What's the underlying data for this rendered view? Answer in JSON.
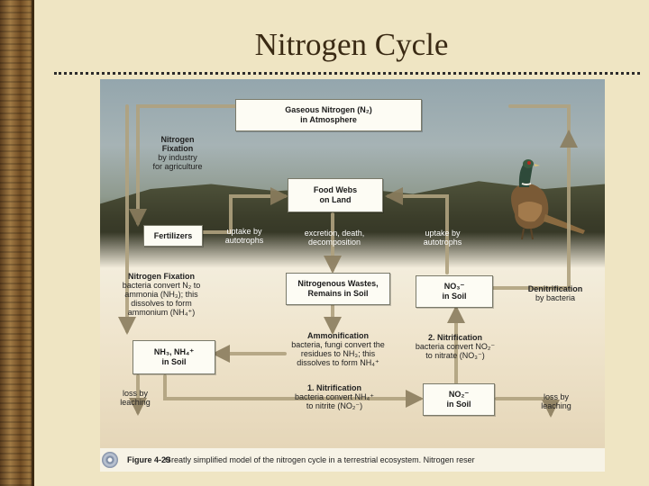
{
  "title": "Nitrogen Cycle",
  "boxes": {
    "atmosphere": [
      "Gaseous Nitrogen (N₂)",
      "in Atmosphere"
    ],
    "food_webs": [
      "Food Webs",
      "on Land"
    ],
    "fertilizers": "Fertilizers",
    "wastes": [
      "Nitrogenous Wastes,",
      "Remains in Soil"
    ],
    "no3": [
      "NO₃⁻",
      "in Soil"
    ],
    "nh3": [
      "NH₃, NH₄⁺",
      "in Soil"
    ],
    "no2": [
      "NO₂⁻",
      "in Soil"
    ]
  },
  "labels": {
    "industrial_fixation": [
      "Nitrogen",
      "Fixation",
      "by industry",
      "for agriculture"
    ],
    "uptake_left": [
      "uptake by",
      "autotrophs"
    ],
    "excretion": [
      "excretion, death,",
      "decomposition"
    ],
    "uptake_right": [
      "uptake by",
      "autotrophs"
    ],
    "bio_fixation_head": "Nitrogen Fixation",
    "bio_fixation": [
      "bacteria convert N₂ to",
      "ammonia (NH₃); this",
      "dissolves to form",
      "ammonium (NH₄⁺)"
    ],
    "denitrification_head": "Denitrification",
    "denitrification": "by bacteria",
    "ammonification_head": "Ammonification",
    "ammonification": [
      "bacteria, fungi convert the",
      "residues to NH₃; this",
      "dissolves to form NH₄⁺"
    ],
    "nitrification2_head": "2. Nitrification",
    "nitrification2": [
      "bacteria convert NO₂⁻",
      "to nitrate (NO₃⁻)"
    ],
    "nitrification1_head": "1. Nitrification",
    "nitrification1": [
      "bacteria convert NH₄⁺",
      "to nitrite (NO₂⁻)"
    ],
    "leach_left": [
      "loss by",
      "leaching"
    ],
    "leach_right": [
      "loss by",
      "leaching"
    ]
  },
  "caption": {
    "figure": "Figure 4-29",
    "text": "Greatly simplified model of the nitrogen cycle in a terrestrial ecosystem. Nitrogen reser"
  },
  "icons": [
    "cd-icon",
    "pheasant-illustration"
  ],
  "colors": {
    "background": "#efe5c3",
    "arrow": "#8b7d5e",
    "box_fill": "#fdfcf4"
  }
}
